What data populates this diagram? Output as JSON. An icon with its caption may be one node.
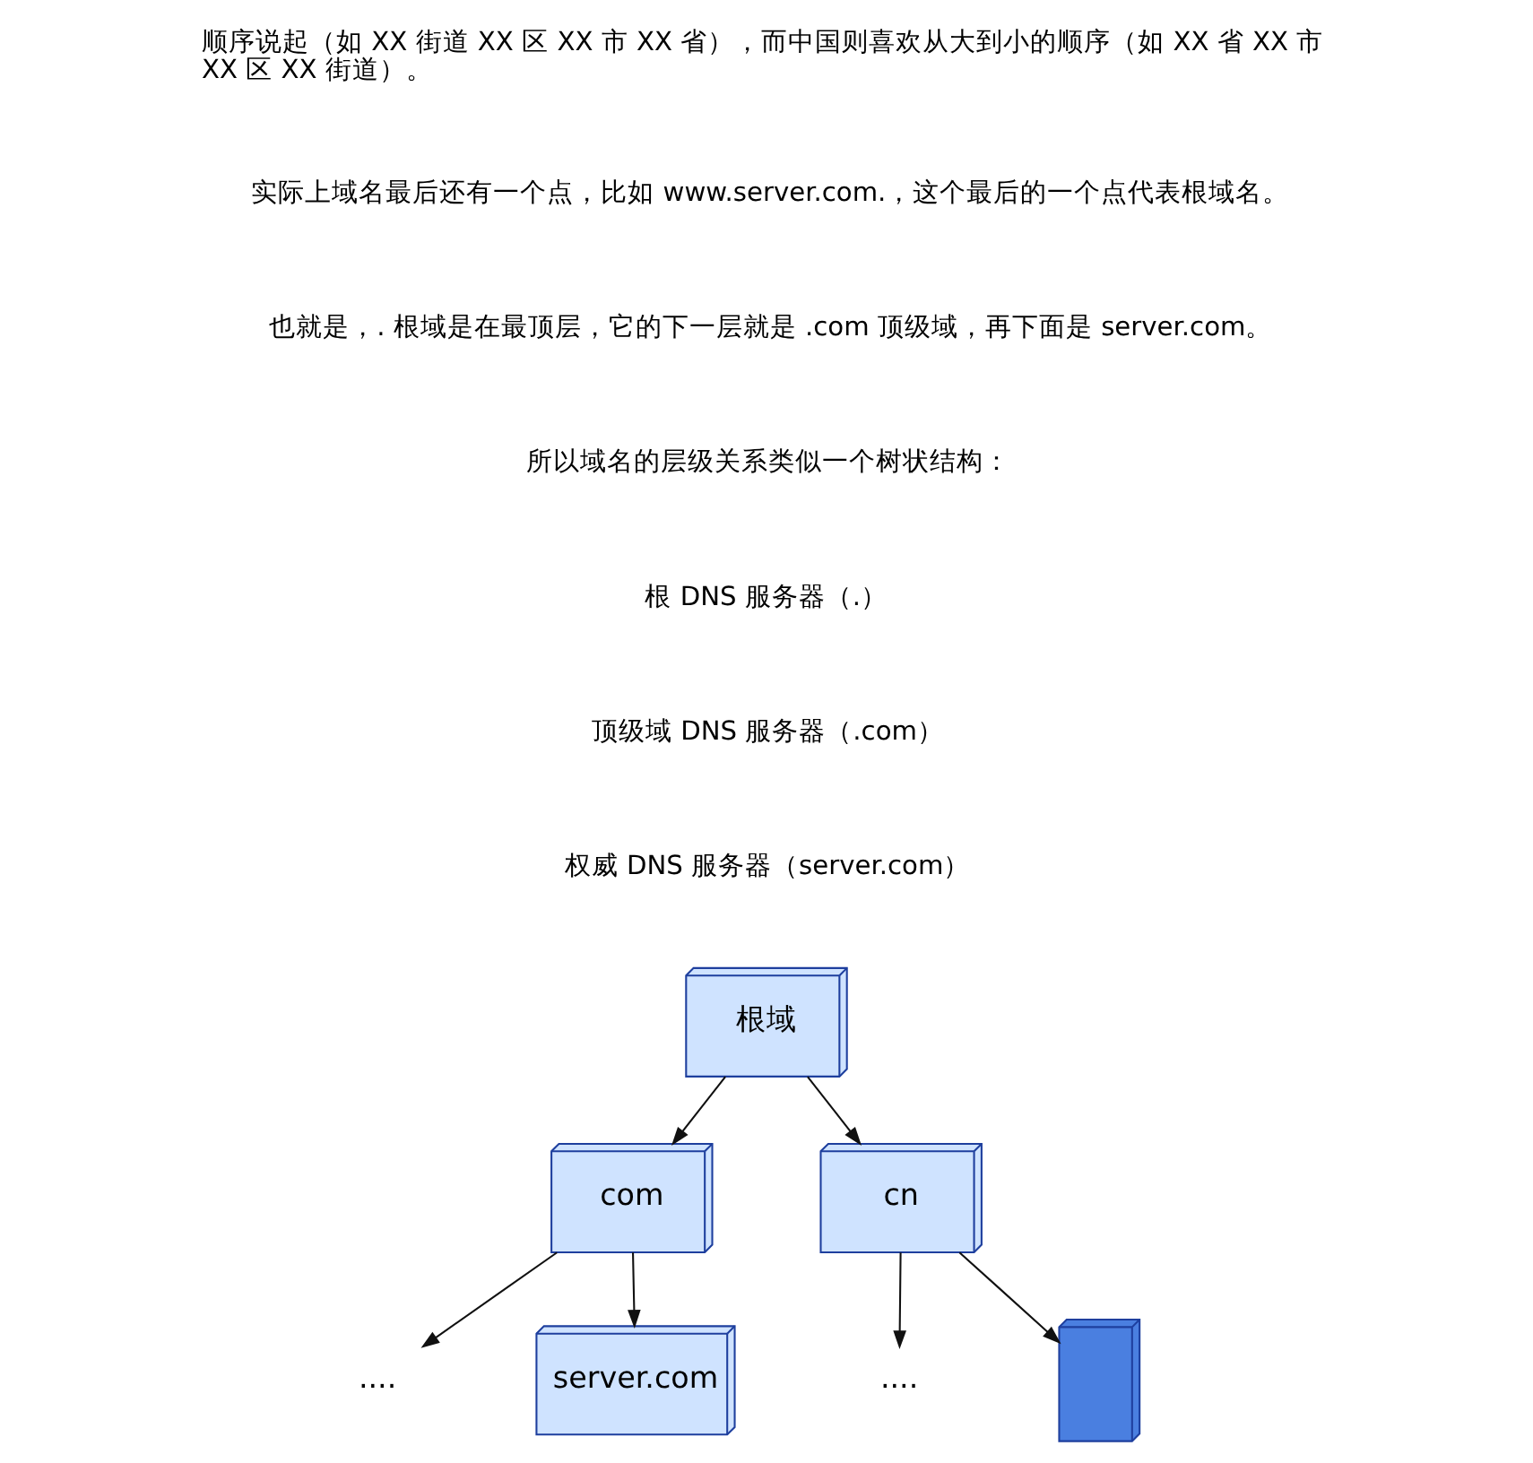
{
  "diagram": {
    "nodes": [
      {
        "text": [
          "根域"
        ]
      },
      {
        "text": [
          "com"
        ]
      },
      {
        "text": [
          "...."
        ]
      },
      {
        "text": [
          "...."
        ]
      },
      {
        "text": [
          "cn"
        ]
      },
      {
        "text": [
          "server.com"
        ]
      },
      {
        "text": [],
        "shape": "box"
      }
    ],
    "edges": [
      {
        "from": 0,
        "to": 1,
        "arrow": "to"
      },
      {
        "from": 0,
        "to": 4,
        "arrow": "to"
      },
      {
        "from": 1,
        "to": 5,
        "arrow": "to"
      },
      {
        "from": 1,
        "to": 2,
        "arrow": "to"
      },
      {
        "from": 4,
        "to": 3,
        "arrow": "to"
      },
      {
        "from": 4,
        "to": 6,
        "arrow": "to"
      }
    ],
    "labels": [
      "顺序说起（如 XX 街道 XX 区 XX 市 XX 省），而中国则喜欢从大到小的顺序（如 XX 省 XX 市 XX 区 XX 街道）。",
      "实际上域名最后还有一个点，比如 www.server.com.，这个最后的一个点代表根域名。",
      "也就是，. 根域是在最顶层，它的下一层就是 .com 顶级域，再下面是 server.com。",
      "所以域名的层级关系类似一个树状结构：",
      "根 DNS 服务器（.）",
      "顶级域 DNS 服务器（.com）",
      "权威 DNS 服务器（server.com）"
    ]
  }
}
